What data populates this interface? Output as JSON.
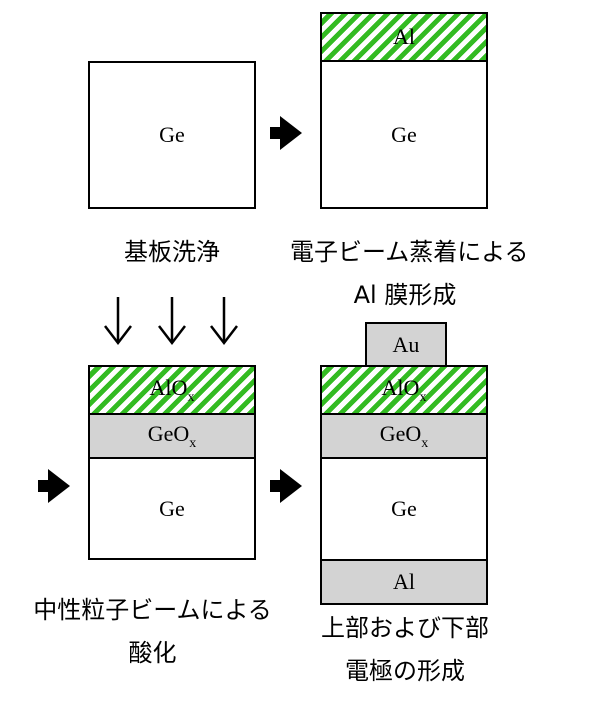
{
  "panels": {
    "p1": {
      "ge": "Ge",
      "caption": "基板洗浄"
    },
    "p2": {
      "al": "Al",
      "ge": "Ge",
      "caption_line1": "電子ビーム蒸着による",
      "caption_line2": "Al 膜形成"
    },
    "p3": {
      "alox_base": "AlO",
      "alox_sub": "x",
      "geox_base": "GeO",
      "geox_sub": "x",
      "ge": "Ge",
      "caption_line1": "中性粒子ビームによる",
      "caption_line2": "酸化"
    },
    "p4": {
      "au": "Au",
      "alox_base": "AlO",
      "alox_sub": "x",
      "geox_base": "GeO",
      "geox_sub": "x",
      "ge": "Ge",
      "al": "Al",
      "caption_line1": "上部および下部",
      "caption_line2": "電極の形成"
    }
  },
  "colors": {
    "hatch_green": "#33bb22",
    "oxide_gray": "#d3d3d3",
    "line": "#000000"
  },
  "icons": [
    "process-arrow-icon",
    "down-arrow-icon"
  ]
}
